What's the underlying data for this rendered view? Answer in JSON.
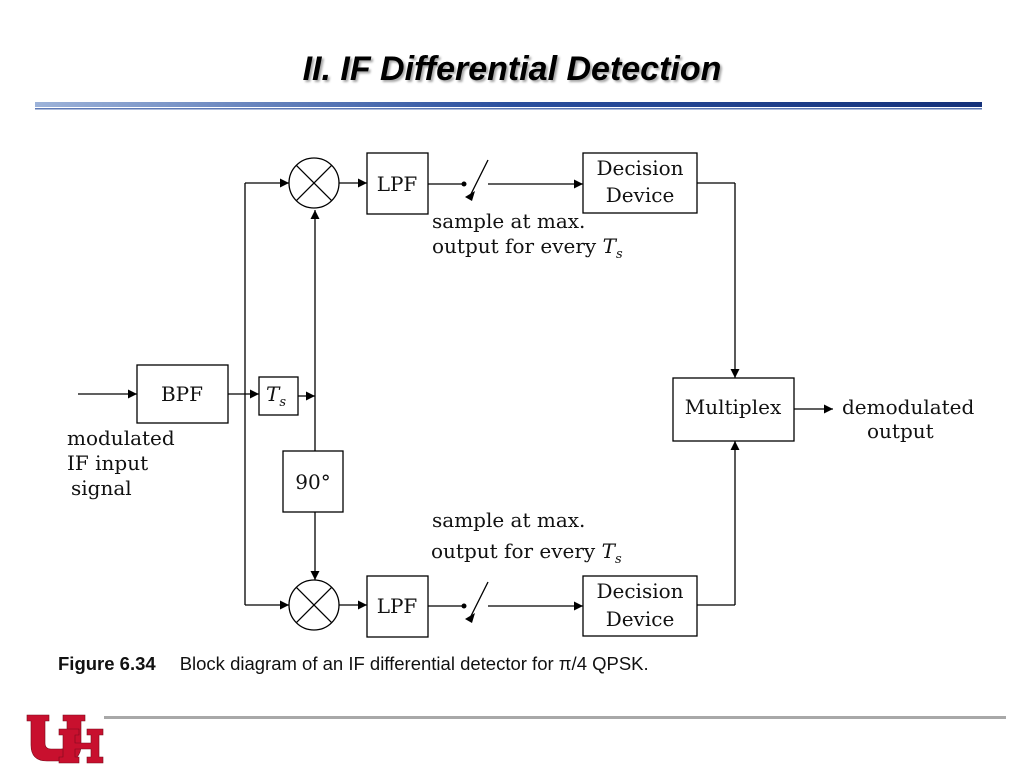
{
  "slide": {
    "title": "II. IF Differential Detection"
  },
  "diagram": {
    "bpf": "BPF",
    "delay": {
      "main": "T",
      "sub": "s"
    },
    "phase_shift": "90°",
    "lpf_top": "LPF",
    "lpf_bottom": "LPF",
    "decision_top": [
      "Decision",
      "Device"
    ],
    "decision_bottom": [
      "Decision",
      "Device"
    ],
    "multiplex": "Multiplex",
    "input_label": [
      "modulated",
      "IF input",
      "signal"
    ],
    "output_label": [
      "demodulated",
      "output"
    ],
    "sample_top": {
      "line1": "sample at max.",
      "line2": "output for every",
      "sym": "T",
      "sub": "s"
    },
    "sample_bottom": {
      "line1": "sample at max.",
      "line2": "output for every",
      "sym": "T",
      "sub": "s"
    }
  },
  "caption": {
    "figure": "Figure 6.34",
    "text": "Block diagram of an IF differential detector for π/4 QPSK."
  },
  "logo": {
    "name": "uh-logo",
    "colors": {
      "red": "#c8102e",
      "white": "#ffffff"
    }
  }
}
